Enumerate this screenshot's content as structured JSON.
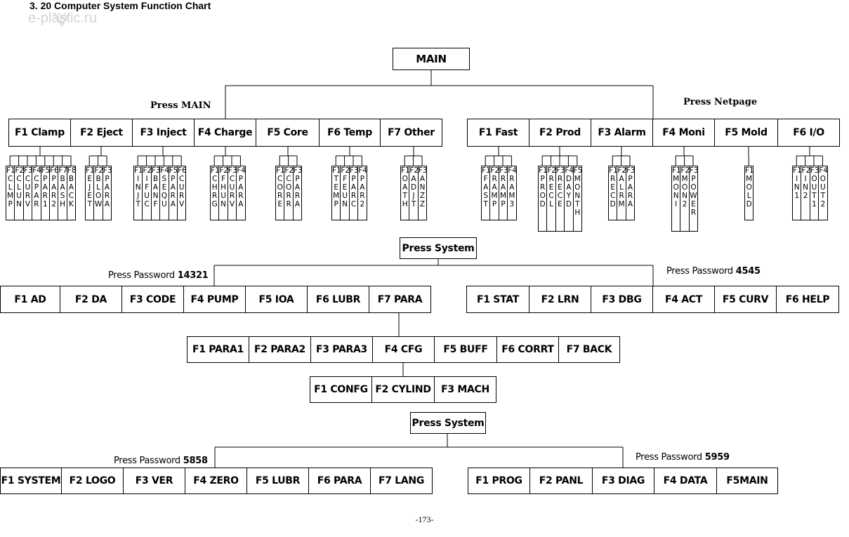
{
  "page": {
    "title": "3. 20  Computer System Function Chart",
    "watermark": "e-plastic.ru",
    "footer": "-173-"
  },
  "main_box": "MAIN",
  "labels": {
    "press_main": "Press MAIN",
    "press_netpage": "Press Netpage"
  },
  "level1_left": [
    "F1 Clamp",
    "F2 Eject",
    "F3 Inject",
    "F4 Charge",
    "F5 Core",
    "F6 Temp",
    "F7 Other"
  ],
  "level1_right": [
    "F1 Fast",
    "F2 Prod",
    "F3 Alarm",
    "F4 Moni",
    "F5 Mold",
    "F6 I/O"
  ],
  "subkeys": [
    [
      "F1CLMP",
      "F2CLUN",
      "F3CURV",
      "F4CPAR",
      "F5PAR1",
      "F6PAR2",
      "F7BASH",
      "F8BACK"
    ],
    [
      "F1EJET",
      "F2BLOW",
      "F3PARA"
    ],
    [
      "F1INJT",
      "F2IFUC",
      "F3BANF",
      "F4SEQU",
      "F5PARA",
      "F6CURV"
    ],
    [
      "F1CHRG",
      "F2FHUN",
      "F3CURV",
      "F4PARA"
    ],
    [
      "F1CORE",
      "F2CORR",
      "F3PARA"
    ],
    [
      "F1TEMP",
      "F2FEUN",
      "F3PARC",
      "F4PAR2"
    ],
    [
      "F1OATH",
      "F2ADJT",
      "F3ANZZ"
    ],
    [
      "F1FAST",
      "F2RAMP",
      "F3RAMP",
      "F4RAM3"
    ],
    [
      "F1PROD",
      "F2RECL",
      "F3RECE",
      "F4DAYD",
      "F5MONTH"
    ],
    [
      "F1RECD",
      "F2ALRM",
      "F3PARA"
    ],
    [
      "F1MONI",
      "F2MON2",
      "F3POWER"
    ],
    [
      "F1MOLD"
    ],
    [
      "F1IN1",
      "F2IN2",
      "F3OUT1",
      "F4OUT2"
    ]
  ],
  "press_system": "Press System",
  "password_notes": [
    {
      "label": "Press Password ",
      "value": "14321"
    },
    {
      "label": "Press Password ",
      "value": "4545"
    },
    {
      "label": "Press Password  ",
      "value": "5858"
    },
    {
      "label": "Press Password ",
      "value": "5959"
    }
  ],
  "level2_left": [
    "F1 AD",
    "F2 DA",
    "F3 CODE",
    "F4 PUMP",
    "F5 IOA",
    "F6 LUBR",
    "F7 PARA"
  ],
  "level2_right": [
    "F1 STAT",
    "F2 LRN",
    "F3 DBG",
    "F4 ACT",
    "F5 CURV",
    "F6 HELP"
  ],
  "para_menu": [
    "F1 PARA1",
    "F2 PARA2",
    "F3 PARA3",
    "F4 CFG",
    "F5 BUFF",
    "F6 CORRT",
    "F7 BACK"
  ],
  "cfg_menu": [
    "F1 CONFG",
    "F2 CYLIND",
    "F3 MACH"
  ],
  "level3_left": [
    "F1 SYSTEM",
    "F2 LOGO",
    "F3 VER",
    "F4 ZERO",
    "F5 LUBR",
    "F6 PARA",
    "F7 LANG"
  ],
  "level3_right": [
    "F1 PROG",
    "F2 PANL",
    "F3 DIAG",
    "F4 DATA",
    "F5MAIN"
  ]
}
